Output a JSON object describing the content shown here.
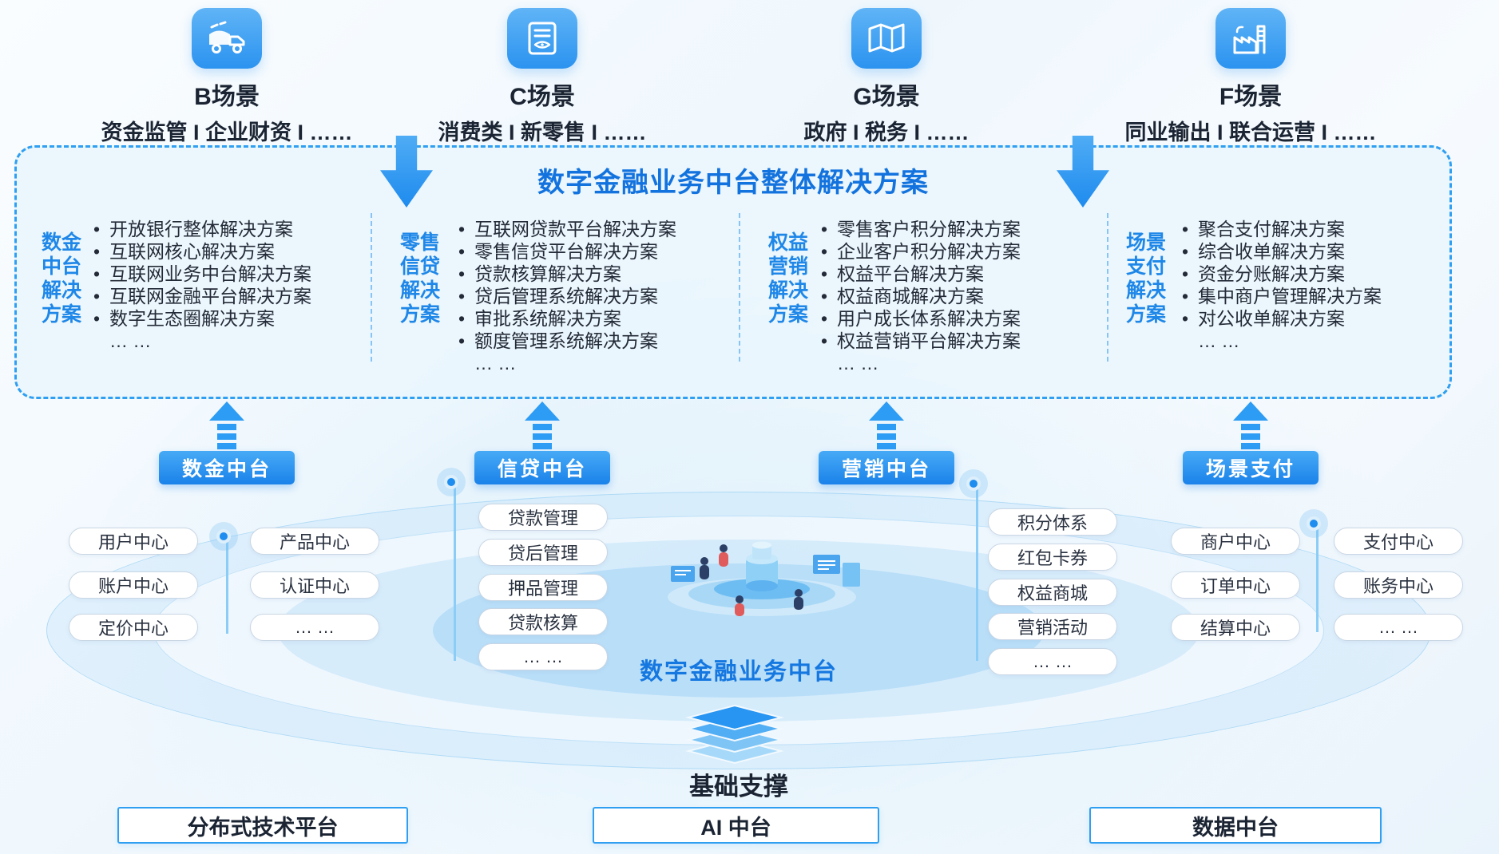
{
  "scenarios": [
    {
      "icon": "truck-icon",
      "title": "B场景",
      "subtitle": "资金监管 I 企业财资 I ……"
    },
    {
      "icon": "receipt-icon",
      "title": "C场景",
      "subtitle": "消费类 I 新零售 I ……"
    },
    {
      "icon": "map-icon",
      "title": "G场景",
      "subtitle": "政府 I 税务 I ……"
    },
    {
      "icon": "factory-icon",
      "title": "F场景",
      "subtitle": "同业输出 I 联合运营 I ……"
    }
  ],
  "solution_panel": {
    "title": "数字金融业务中台整体解决方案",
    "columns": [
      {
        "label_lines": [
          "数金",
          "中台",
          "解决",
          "方案"
        ],
        "items": [
          "开放银行整体解决方案",
          "互联网核心解决方案",
          "互联网业务中台解决方案",
          "互联网金融平台解决方案",
          "数字生态圈解决方案",
          "… …"
        ]
      },
      {
        "label_lines": [
          "零售",
          "信贷",
          "解决",
          "方案"
        ],
        "items": [
          "互联网贷款平台解决方案",
          "零售信贷平台解决方案",
          "贷款核算解决方案",
          "贷后管理系统解决方案",
          "审批系统解决方案",
          "额度管理系统解决方案",
          "… …"
        ]
      },
      {
        "label_lines": [
          "权益",
          "营销",
          "解决",
          "方案"
        ],
        "items": [
          "零售客户积分解决方案",
          "企业客户积分解决方案",
          "权益平台解决方案",
          "权益商城解决方案",
          "用户成长体系解决方案",
          "权益营销平台解决方案",
          "… …"
        ]
      },
      {
        "label_lines": [
          "场景",
          "支付",
          "解决",
          "方案"
        ],
        "items": [
          "聚合支付解决方案",
          "综合收单解决方案",
          "资金分账解决方案",
          "集中商户管理解决方案",
          "对公收单解决方案",
          "… …"
        ]
      }
    ]
  },
  "middle_platforms": [
    {
      "label": "数金中台",
      "modules": [
        "用户中心",
        "产品中心",
        "账户中心",
        "认证中心",
        "定价中心",
        "… …"
      ]
    },
    {
      "label": "信贷中台",
      "modules": [
        "贷款管理",
        "贷后管理",
        "押品管理",
        "贷款核算",
        "… …"
      ]
    },
    {
      "label": "营销中台",
      "modules": [
        "积分体系",
        "红包卡券",
        "权益商城",
        "营销活动",
        "… …"
      ]
    },
    {
      "label": "场景支付",
      "modules": [
        "商户中心",
        "支付中心",
        "订单中心",
        "账务中心",
        "结算中心",
        "… …"
      ]
    }
  ],
  "center_platform": {
    "label": "数字金融业务中台"
  },
  "foundation": {
    "label": "基础支撑",
    "boxes": [
      "分布式技术平台",
      "AI 中台",
      "数据中台"
    ]
  },
  "colors": {
    "accent_blue": "#2d9cf4",
    "title_blue": "#1373de",
    "dark_text": "#1b2433"
  }
}
